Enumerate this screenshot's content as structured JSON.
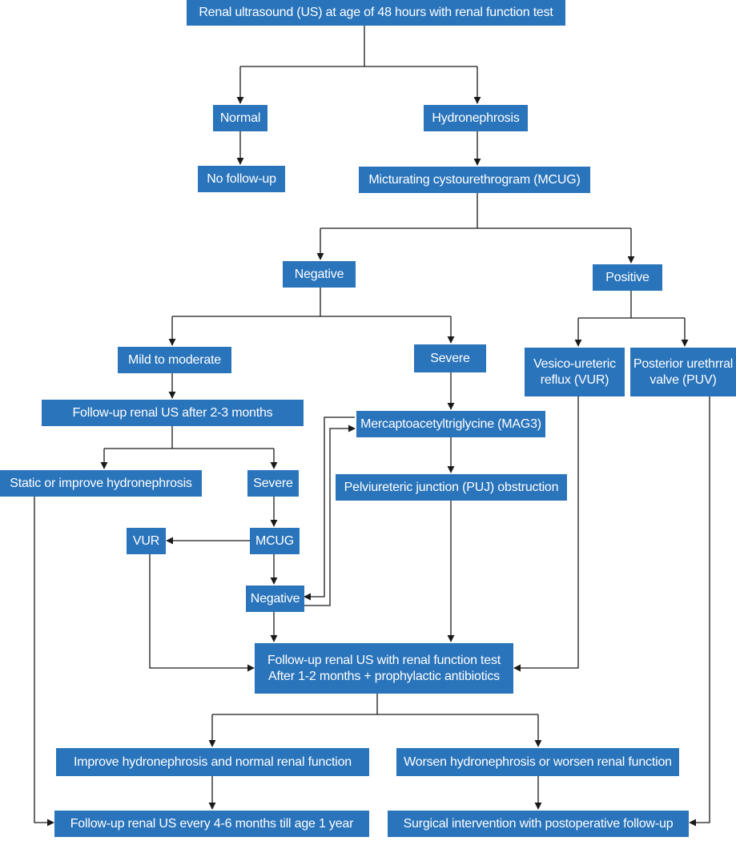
{
  "nodes": {
    "root": "Renal ultrasound (US) at age of 48 hours with renal function test",
    "normal": "Normal",
    "no_follow": "No follow-up",
    "hydro": "Hydronephrosis",
    "mcug_main": "Micturating cystourethrogram (MCUG)",
    "negative_main": "Negative",
    "positive": "Positive",
    "mild": "Mild to moderate",
    "severe_a": "Severe",
    "vur_pos": [
      "Vesico-ureteric",
      "reflux (VUR)"
    ],
    "puv": [
      "Posterior urethrral",
      "valve (PUV)"
    ],
    "followup_23": "Follow-up renal US after 2-3 months",
    "mag3": "Mercaptoacetyltriglycine (MAG3)",
    "static": "Static or improve hydronephrosis",
    "severe_b": "Severe",
    "puj": "Pelviureteric junction (PUJ) obstruction",
    "mcug_small": "MCUG",
    "vur_small": "VUR",
    "negative_small": "Negative",
    "followup_main": [
      "Follow-up renal US with renal function test",
      "After 1-2 months + prophylactic antibiotics"
    ],
    "improve": "Improve hydronephrosis and normal renal function",
    "worsen": "Worsen hydronephrosis or worsen renal function",
    "followup_year": "Follow-up renal US every 4-6 months till age 1 year",
    "surgical": "Surgical intervention with postoperative follow-up"
  },
  "colors": {
    "box_fill": "#2a74bb",
    "box_text": "#ffffff",
    "connector": "#1a1a1a"
  }
}
